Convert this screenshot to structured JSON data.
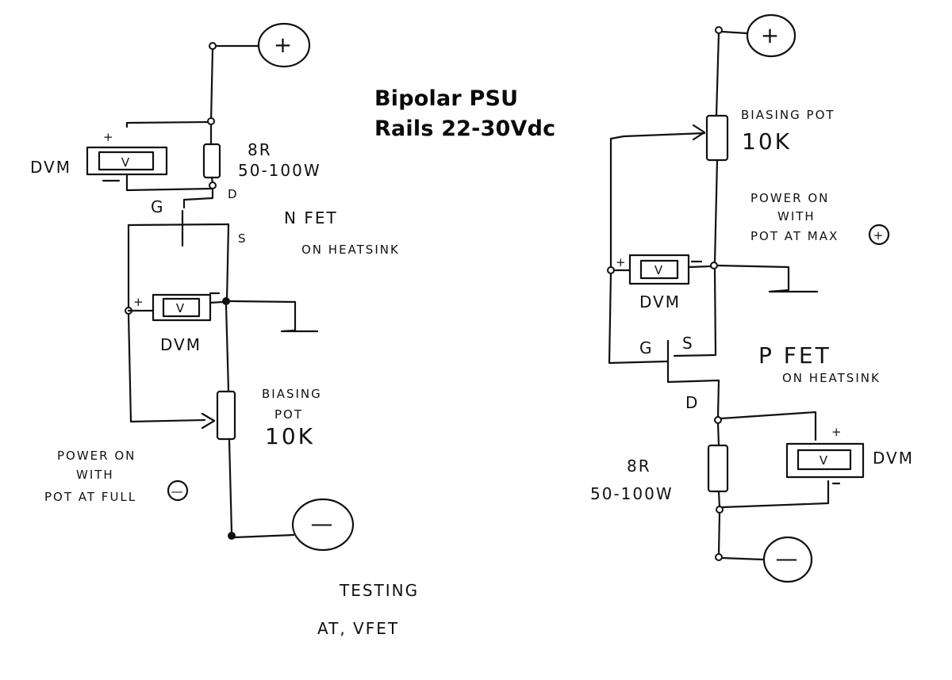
{
  "title": {
    "line1": "Bipolar PSU",
    "line2": "Rails 22-30Vdc"
  },
  "left_circuit": {
    "terminal_top": "+",
    "terminal_bottom": "—",
    "resistor": {
      "value": "8R",
      "rating": "50-100W"
    },
    "dvm_top": {
      "label": "DVM",
      "symbol": "V",
      "plus": "+",
      "minus": "—"
    },
    "pin_d": "D",
    "pin_g": "G",
    "pin_s": "S",
    "fet_label": "N FET",
    "fet_note": "ON HEATSINK",
    "dvm_mid": {
      "label": "DVM",
      "symbol": "V",
      "plus": "+",
      "minus": "—"
    },
    "pot": {
      "label1": "BIASING",
      "label2": "POT",
      "value": "10K"
    },
    "note": [
      "POWER ON",
      "WITH",
      "POT AT FULL"
    ],
    "note_symbol": "—"
  },
  "right_circuit": {
    "terminal_top": "+",
    "terminal_bottom": "—",
    "pot": {
      "label": "BIASING POT",
      "value": "10K"
    },
    "note": [
      "POWER ON",
      "WITH",
      "POT AT MAX"
    ],
    "note_symbol": "+",
    "dvm_mid": {
      "label": "DVM",
      "symbol": "V",
      "plus": "+",
      "minus": "—"
    },
    "pin_g": "G",
    "pin_s": "S",
    "pin_d": "D",
    "fet_label": "P FET",
    "fet_note": "ON HEATSINK",
    "resistor": {
      "value": "8R",
      "rating": "50-100W"
    },
    "dvm_bottom": {
      "label": "DVM",
      "symbol": "V",
      "plus": "+",
      "minus": "—"
    }
  },
  "footer": {
    "line1": "TESTING",
    "line2": "AT, VFET"
  }
}
